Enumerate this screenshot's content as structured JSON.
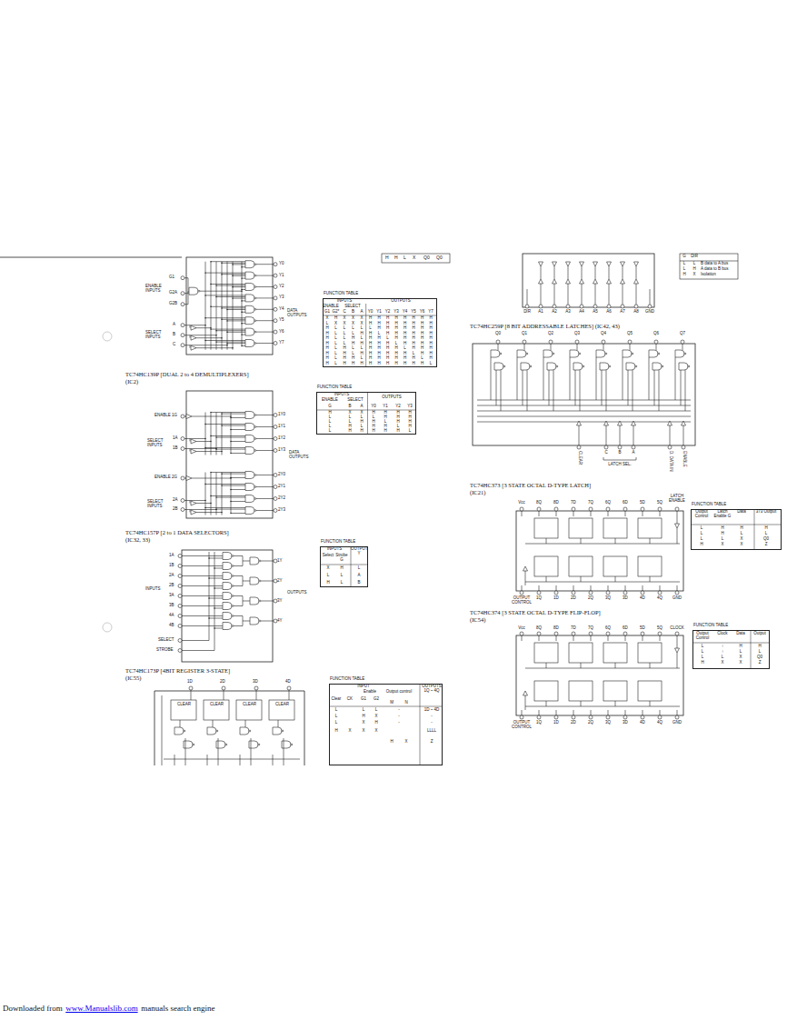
{
  "diagram": {
    "nodes": [
      {
        "text": [
          "FUNCTION TABLE"
        ]
      },
      {
        "text": [
          "FUNCTION TABLE"
        ]
      },
      {
        "text": [
          "FUNCTION TABLE"
        ]
      },
      {
        "text": [
          "FUNCTION TABLE"
        ]
      },
      {
        "text": [
          "FUNCTION TABLE"
        ]
      },
      {
        "text": [
          "FUNCTION TABLE"
        ]
      }
    ],
    "labels": [
      "H",
      "H",
      "L",
      "X",
      "Q0",
      "Q0",
      "Y0",
      "Y1",
      "Y2",
      "Y3",
      "Y4",
      "Y5",
      "Y6",
      "Y7",
      "G1",
      "ENABLE INPUTS",
      "G2A",
      "G2B",
      "A",
      "B",
      "C",
      "SELECT INPUTS",
      "DATA OUTPUTS",
      "INPUTS",
      "OUTPUTS",
      "ENABLE",
      "SELECT",
      "G1",
      "G2*",
      "C",
      "B",
      "A",
      "Y0",
      "Y1",
      "Y2",
      "Y3",
      "Y4",
      "Y5",
      "Y6",
      "Y7",
      "X",
      "H",
      "X",
      "X",
      "X",
      "H",
      "H",
      "H",
      "H",
      "H",
      "H",
      "H",
      "H",
      "L",
      "X",
      "X",
      "X",
      "X",
      "H",
      "H",
      "H",
      "H",
      "H",
      "H",
      "H",
      "H",
      "H",
      "L",
      "L",
      "L",
      "L",
      "L",
      "H",
      "H",
      "H",
      "H",
      "H",
      "H",
      "H",
      "H",
      "L",
      "L",
      "L",
      "H",
      "H",
      "L",
      "H",
      "H",
      "H",
      "H",
      "H",
      "H",
      "H",
      "L",
      "L",
      "H",
      "L",
      "H",
      "H",
      "L",
      "H",
      "H",
      "H",
      "H",
      "H",
      "H",
      "L",
      "L",
      "H",
      "H",
      "H",
      "H",
      "H",
      "L",
      "H",
      "H",
      "H",
      "H",
      "H",
      "L",
      "H",
      "L",
      "L",
      "H",
      "H",
      "H",
      "H",
      "L",
      "H",
      "H",
      "H",
      "H",
      "L",
      "H",
      "L",
      "H",
      "H",
      "H",
      "H",
      "H",
      "H",
      "L",
      "H",
      "H",
      "H",
      "L",
      "H",
      "H",
      "L",
      "H",
      "H",
      "H",
      "H",
      "H",
      "H",
      "L",
      "H",
      "H",
      "L",
      "H",
      "H",
      "H",
      "H",
      "H",
      "H",
      "H",
      "H",
      "H",
      "H",
      "L",
      "TC74HC139P [DUAL 2 to 4 DEMULTIPLEXERS]",
      "(IC2)",
      "ENABLE 1G",
      "1A",
      "1B",
      "SELECT INPUTS",
      "1Y0",
      "1Y1",
      "1Y2",
      "1Y3",
      "DATA OUTPUTS",
      "ENABLE 2G",
      "2A",
      "2B",
      "SELECT INPUTS",
      "2Y0",
      "2Y1",
      "2Y2",
      "2Y3",
      "INPUTS",
      "OUTPUTS",
      "ENABLE",
      "SELECT",
      "G",
      "B",
      "A",
      "Y0",
      "Y1",
      "Y2",
      "Y3",
      "H",
      "X",
      "X",
      "H",
      "H",
      "H",
      "H",
      "L",
      "L",
      "L",
      "L",
      "H",
      "H",
      "H",
      "L",
      "L",
      "H",
      "H",
      "L",
      "H",
      "H",
      "L",
      "H",
      "L",
      "H",
      "H",
      "L",
      "H",
      "L",
      "H",
      "H",
      "H",
      "H",
      "H",
      "L",
      "TC74HC157P [2 to 1 DATA SELECTORS]",
      "(IC32, 33)",
      "1A",
      "1B",
      "2A",
      "2B",
      "3A",
      "3B",
      "4A",
      "4B",
      "INPUTS",
      "1Y",
      "2Y",
      "3Y",
      "4Y",
      "OUTPUTS",
      "SELECT",
      "STROBE",
      "INPUTS",
      "OUTPUT Y",
      "Select",
      "Strobe G",
      "X",
      "H",
      "L",
      "L",
      "L",
      "A",
      "H",
      "L",
      "B",
      "TC74HC173P [4BIT REGISTER 3-STATE]",
      "(IC55)",
      "1D",
      "2D",
      "3D",
      "4D",
      "CLEAR",
      "CLEAR",
      "CLEAR",
      "CLEAR",
      "INPUT",
      "OUTPUTS 1Q ~ 4Q",
      "Clear",
      "CK",
      "Enable",
      "Output control",
      "G1",
      "G2",
      "M",
      "N",
      "L",
      "L",
      "L",
      "-",
      "1D ~ 4D",
      "L",
      "H",
      "X",
      "-",
      "-",
      "L",
      "X",
      "H",
      "-",
      "-",
      "H",
      "X",
      "X",
      "X",
      "LLLL",
      "H",
      "X",
      "Z",
      "DIR",
      "A1",
      "A2",
      "A3",
      "A4",
      "A5",
      "A6",
      "A7",
      "A8",
      "GND",
      "G",
      "DIR",
      "L",
      "L",
      "B data to A bus",
      "L",
      "H",
      "A data to B bus",
      "H",
      "X",
      "Isolation",
      "TC74HC259P [8 BIT ADDRESSABLE LATCHES] (IC42, 43)",
      "Q0",
      "Q1",
      "Q2",
      "Q3",
      "Q4",
      "Q5",
      "Q6",
      "Q7",
      "CLEAR",
      "C",
      "B",
      "A",
      "LATCH SEL.",
      "D. DATA IN",
      "ENABLE",
      "TC74HC373 [3 STATE OCTAL D-TYPE LATCH]",
      "(IC21)",
      "Vcc",
      "8Q",
      "8D",
      "7D",
      "7Q",
      "6Q",
      "6D",
      "5D",
      "5Q",
      "LATCH ENABLE",
      "OUTPUT CONTROL",
      "1Q",
      "1D",
      "2D",
      "2Q",
      "3Q",
      "3D",
      "4D",
      "4Q",
      "GND",
      "Output Control",
      "Latch Enable G",
      "Data",
      "373 Output",
      "L",
      "H",
      "H",
      "H",
      "L",
      "H",
      "L",
      "L",
      "L",
      "L",
      "X",
      "Q0",
      "H",
      "X",
      "X",
      "Z",
      "TC74HC374 [3 STATE OCTAL D-TYPE FLIP-FLOP]",
      "(IC54)",
      "Vcc",
      "8Q",
      "8D",
      "7D",
      "7Q",
      "6Q",
      "6D",
      "5D",
      "5Q",
      "CLOCK",
      "OUTPUT CONTROL",
      "1Q",
      "1D",
      "2D",
      "2Q",
      "3Q",
      "3D",
      "4D",
      "4Q",
      "GND",
      "Output Control",
      "Clock",
      "Data",
      "Output",
      "L",
      "↑",
      "H",
      "H",
      "L",
      "↑",
      "L",
      "L",
      "L",
      "L",
      "X",
      "Q0",
      "H",
      "X",
      "X",
      "Z",
      "Downloaded from",
      "www.Manualslib.com",
      "manuals search engine"
    ]
  }
}
